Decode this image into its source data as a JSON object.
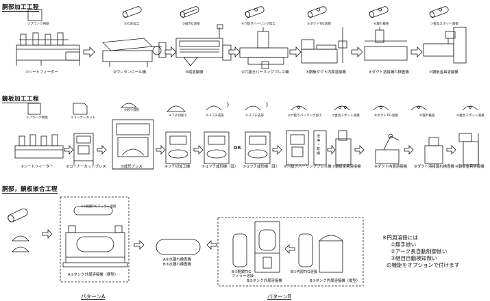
{
  "sections": {
    "body": "胴部加工工程",
    "head": "鏡板加工工程",
    "joint": "胴部，鏡板嵌合工程"
  },
  "row1": {
    "steps": [
      {
        "top": "①ブランク供給",
        "bottom": "①シートフィーダー"
      },
      {
        "top": "②丸め加工",
        "bottom": "②ウレタンロール機"
      },
      {
        "top": "③縦TIG溶接",
        "bottom": "③縦溶接機"
      },
      {
        "top": "④穴抜きバーリング加工",
        "bottom": "④穴抜きバーリングプレス機"
      },
      {
        "top": "⑤ダクトTIG溶接",
        "bottom": "⑤胴板ダクト内周溶接機"
      },
      {
        "top": "⑥漏れ検査",
        "bottom": "⑥ダクト溶接漏れ検査機"
      },
      {
        "top": "⑦金具スポット溶接",
        "bottom": "⑦胴板金具溶接機"
      }
    ]
  },
  "row2": {
    "steps": [
      {
        "top": "①ブランク供給",
        "bottom": "①シートフィーダー"
      },
      {
        "top": "②コーナーカット",
        "bottom": "②コーナーカットプレス"
      },
      {
        "top": "③絞り成形",
        "bottom": "③成形プレス"
      },
      {
        "top": "④フチ切加工",
        "bottom": "④フチ切加工機"
      },
      {
        "top": "⑤-1フチ成形",
        "bottom": "⑤-1フチ成形機（耳）"
      },
      {
        "top": "⑤-2フチ成形",
        "bottom": "⑤-2フチ成形機（耳）"
      },
      {
        "top": "⑥穴抜きバーリング加工",
        "bottom": "⑥穴抜きバーリングプレス機"
      },
      {
        "top": "⑦金具スポット溶接",
        "bottom": "⑦鏡板金具溶接機"
      },
      {
        "top": "⑧ダクトTIG溶接",
        "bottom": "⑧ダクト内周溶接機"
      },
      {
        "top": "⑨漏れ検査",
        "bottom": "⑨ダクト溶接漏れ検査機"
      },
      {
        "top": "⑩金具スポット溶接",
        "bottom": "⑩鏡板金具溶接機"
      }
    ],
    "or_label": "OR",
    "wash_label": "洗浄・乾燥"
  },
  "row3": {
    "a_top": "A①胴鏡TIGフィラー溶接",
    "a_bottom": "A①タンク外周溶接機（横型）",
    "a_check1": "A②水漏れ検査機",
    "a_check2": "B③水漏れ検査機",
    "b_side": "B①胴鏡TIG\nフィラー溶接",
    "b_bottom1": "B②タンク外周溶接機",
    "b_bottom2": "B①内周TIG溶接",
    "b_bottom3": "B①タンク内周溶接機（縦型）",
    "pattern_a": "パターンA",
    "pattern_b": "パターンB"
  },
  "note": {
    "title": "※円周溶接には",
    "items": [
      "①無手倣い",
      "②アーク長自動制御倣い",
      "③継目自動検知倣い"
    ],
    "footer": "の機能をオプションで付けます"
  }
}
